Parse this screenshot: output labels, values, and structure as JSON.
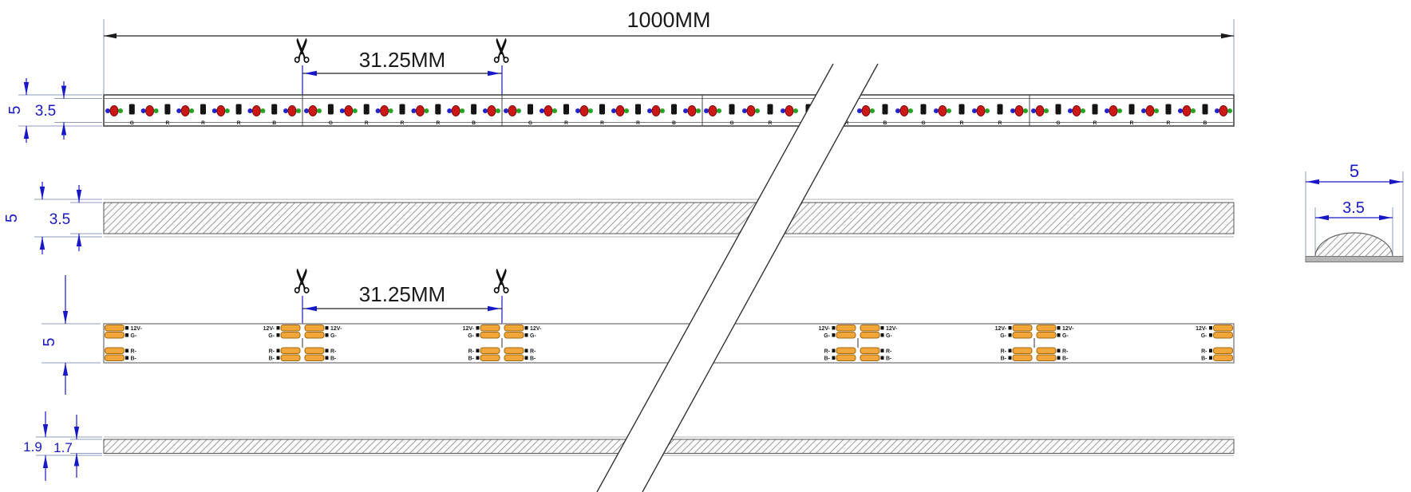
{
  "labels": {
    "total_length": "1000MM",
    "cut_length_top": "31.25MM",
    "cut_length_bottom": "31.25MM",
    "strip1_outer_width": "5",
    "strip1_inner_width": "3.5",
    "strip2_outer_width": "5",
    "strip2_inner_width": "3.5",
    "strip3_width": "5",
    "strip4_outer_thickness": "1.9",
    "strip4_inner_thickness": "1.7",
    "cross_outer_width": "5",
    "cross_inner_width": "3.5"
  },
  "icons": {
    "scissors": "✂"
  },
  "strip1": {
    "segments": [
      {
        "letters": [
          "G",
          "R",
          "R",
          "R",
          "B"
        ]
      },
      {
        "letters": [
          "G",
          "R",
          "R",
          "R",
          "B"
        ]
      },
      {
        "letters": [
          "G",
          "R",
          "R",
          "R",
          "B"
        ]
      },
      {
        "letters": [
          "G",
          "R",
          "R",
          "R",
          "B",
          "G",
          "R",
          "R"
        ]
      },
      {
        "letters": [
          "G",
          "R",
          "R",
          "R",
          "B"
        ]
      }
    ]
  },
  "strip3": {
    "pad_labels": [
      "12V-",
      "G-",
      "R-",
      "B-"
    ]
  },
  "colors": {
    "led_blue": "#2323cc",
    "led_red": "#cc1717",
    "led_red_ring": "#7a0c0c",
    "led_green": "#23a523",
    "resistor_black": "#141414",
    "pad_orange": "#f2a63a",
    "pad_border": "#a06a10",
    "dim_blue": "#1818c8",
    "dim_black": "#1a1a1a"
  }
}
